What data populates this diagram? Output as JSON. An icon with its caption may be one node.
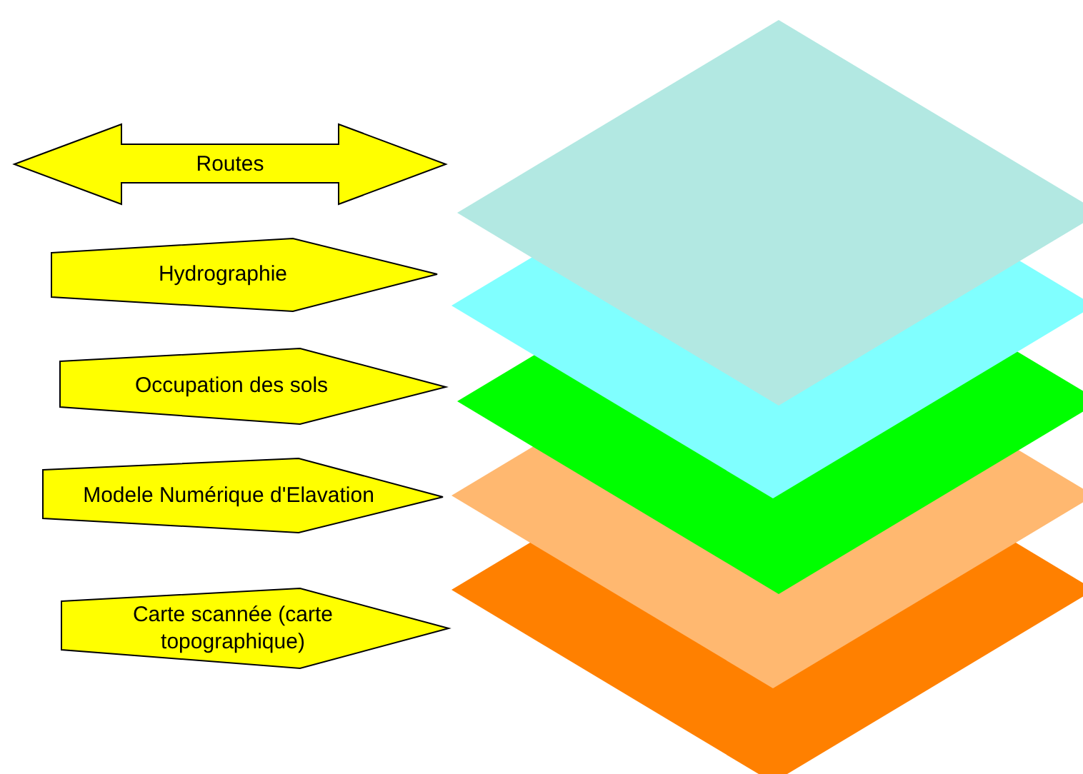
{
  "diagram": {
    "nodes": [
      {
        "text": [
          "Routes"
        ]
      },
      {
        "text": [
          "Hydrographie"
        ]
      },
      {
        "text": [
          "Occupation des sols"
        ]
      },
      {
        "text": [
          "Modele Numérique d'Elavation"
        ]
      },
      {
        "text": [
          "Carte scannée (carte topographique)"
        ]
      },
      {
        "text": [],
        "shape": "diamond"
      },
      {
        "text": [],
        "shape": "diamond"
      },
      {
        "text": [],
        "shape": "diamond"
      },
      {
        "text": [],
        "shape": "diamond"
      },
      {
        "text": [],
        "shape": "diamond"
      }
    ]
  }
}
